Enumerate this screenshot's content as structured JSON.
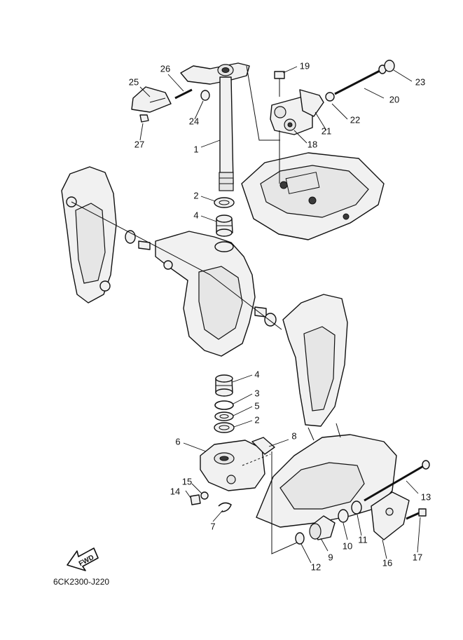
{
  "diagram_code": "6CK2300-J220",
  "fwd_label": "FWD",
  "callouts": {
    "c1": "1",
    "c2a": "2",
    "c2b": "2",
    "c3": "3",
    "c4a": "4",
    "c4b": "4",
    "c5": "5",
    "c6": "6",
    "c7": "7",
    "c8": "8",
    "c9": "9",
    "c10": "10",
    "c11": "11",
    "c12": "12",
    "c13": "13",
    "c14": "14",
    "c15": "15",
    "c16": "16",
    "c17": "17",
    "c18": "18",
    "c19": "19",
    "c20": "20",
    "c21": "21",
    "c22": "22",
    "c23": "23",
    "c24": "24",
    "c25": "25",
    "c26": "26",
    "c27": "27"
  }
}
